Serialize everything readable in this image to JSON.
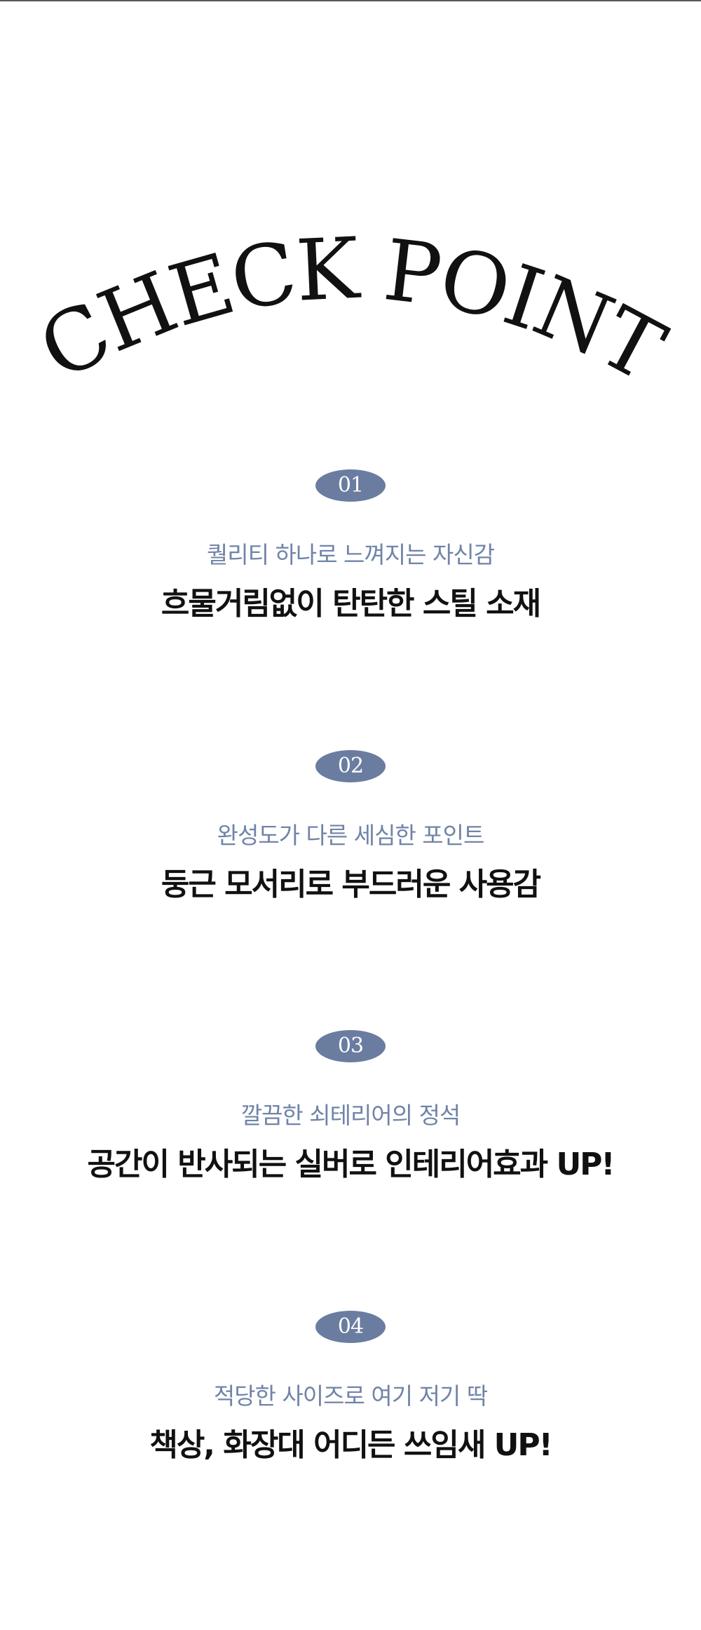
{
  "header": {
    "title": "CHECK POINT"
  },
  "colors": {
    "badge": "#6a7da0",
    "subtitle": "#7084a8",
    "headline": "#111111"
  },
  "points": [
    {
      "number": "01",
      "subtitle": "퀄리티 하나로 느껴지는 자신감",
      "headline": "흐물거림없이 탄탄한 스틸 소재"
    },
    {
      "number": "02",
      "subtitle": "완성도가 다른 세심한 포인트",
      "headline": "둥근 모서리로 부드러운 사용감"
    },
    {
      "number": "03",
      "subtitle": "깔끔한 쇠테리어의 정석",
      "headline": "공간이 반사되는 실버로 인테리어효과 UP!"
    },
    {
      "number": "04",
      "subtitle": "적당한 사이즈로 여기 저기 딱",
      "headline": "책상, 화장대 어디든 쓰임새 UP!"
    }
  ]
}
